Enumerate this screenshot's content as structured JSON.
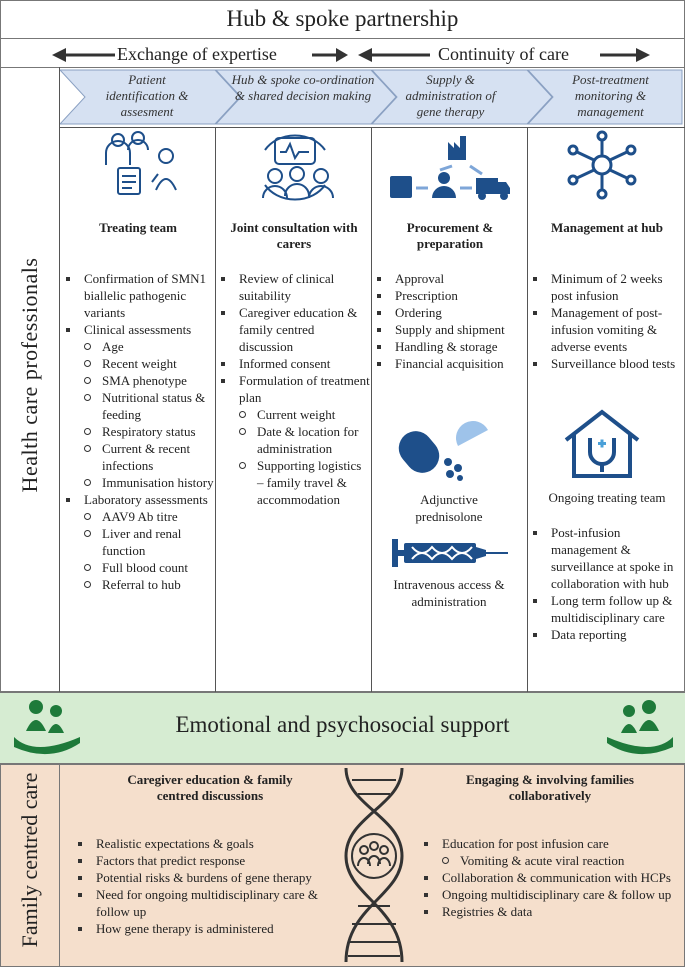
{
  "title": "Hub & spoke partnership",
  "arrows": {
    "left": "Exchange of expertise",
    "right": "Continuity of care"
  },
  "side_labels": {
    "hcp": "Health care professionals",
    "family": "Family centred care"
  },
  "stages": [
    "Patient identification & assesment",
    "Hub & spoke co-ordination & shared decision making",
    "Supply & administration of gene therapy",
    "Post-treatment monitoring & management"
  ],
  "columns": [
    {
      "heading": "Treating team",
      "icon": "medical-team-icon",
      "items": [
        {
          "level": 1,
          "text": "Confirmation of SMN1 biallelic pathogenic variants"
        },
        {
          "level": 1,
          "text": "Clinical assessments"
        },
        {
          "level": 2,
          "text": "Age"
        },
        {
          "level": 2,
          "text": "Recent weight"
        },
        {
          "level": 2,
          "text": "SMA phenotype"
        },
        {
          "level": 2,
          "text": "Nutritional status & feeding"
        },
        {
          "level": 2,
          "text": "Respiratory status"
        },
        {
          "level": 2,
          "text": "Current & recent infections"
        },
        {
          "level": 2,
          "text": "Immunisation history"
        },
        {
          "level": 1,
          "text": "Laboratory assessments"
        },
        {
          "level": 2,
          "text": "AAV9 Ab titre"
        },
        {
          "level": 2,
          "text": "Liver and renal function"
        },
        {
          "level": 2,
          "text": "Full blood count"
        },
        {
          "level": 2,
          "text": "Referral to hub"
        }
      ]
    },
    {
      "heading": "Joint consultation with carers",
      "icon": "consultation-icon",
      "items": [
        {
          "level": 1,
          "text": "Review of clinical suitability"
        },
        {
          "level": 1,
          "text": "Caregiver education & family centred discussion"
        },
        {
          "level": 1,
          "text": "Informed consent"
        },
        {
          "level": 1,
          "text": "Formulation of treatment plan"
        },
        {
          "level": 2,
          "text": "Current weight"
        },
        {
          "level": 2,
          "text": "Date & location for administration"
        },
        {
          "level": 2,
          "text": "Supporting logistics – family travel & accommodation"
        }
      ]
    },
    {
      "heading": "Procurement & preparation",
      "icon": "supply-chain-icon",
      "items": [
        {
          "level": 1,
          "text": "Approval"
        },
        {
          "level": 1,
          "text": "Prescription"
        },
        {
          "level": 1,
          "text": "Ordering"
        },
        {
          "level": 1,
          "text": "Supply and shipment"
        },
        {
          "level": 1,
          "text": "Handling & storage"
        },
        {
          "level": 1,
          "text": "Financial acquisition"
        }
      ],
      "extras": [
        {
          "icon": "pill-icon",
          "text": "Adjunctive prednisolone"
        },
        {
          "icon": "syringe-dna-icon",
          "text": "Intravenous access & administration"
        }
      ]
    },
    {
      "heading": "Management at hub",
      "icon": "network-hub-icon",
      "items": [
        {
          "level": 1,
          "text": "Minimum of 2 weeks post infusion"
        },
        {
          "level": 1,
          "text": "Management of post-infusion vomiting & adverse events"
        },
        {
          "level": 1,
          "text": "Surveillance blood tests"
        }
      ],
      "subheading": "Ongoing treating team",
      "subicon": "home-care-icon",
      "items2": [
        {
          "level": 1,
          "text": "Post-infusion management & surveillance at spoke in collaboration with hub"
        },
        {
          "level": 1,
          "text": "Long term follow up & multidisciplinary care"
        },
        {
          "level": 1,
          "text": "Data reporting"
        }
      ]
    }
  ],
  "support_banner": "Emotional and psychosocial support",
  "family": {
    "left": {
      "heading": "Caregiver education & family centred discussions",
      "items": [
        {
          "level": 1,
          "text": "Realistic expectations & goals"
        },
        {
          "level": 1,
          "text": "Factors that predict response"
        },
        {
          "level": 1,
          "text": "Potential risks & burdens of gene therapy"
        },
        {
          "level": 1,
          "text": "Need for ongoing multidisciplinary care & follow up"
        },
        {
          "level": 1,
          "text": "How gene therapy is administered"
        }
      ]
    },
    "right": {
      "heading": "Engaging & involving families collaboratively",
      "items": [
        {
          "level": 1,
          "text": "Education for post infusion care"
        },
        {
          "level": 2,
          "text": "Vomiting & acute viral reaction"
        },
        {
          "level": 1,
          "text": "Collaboration & communication with HCPs"
        },
        {
          "level": 1,
          "text": "Ongoing multidisciplinary care & follow up"
        },
        {
          "level": 1,
          "text": "Registries & data"
        }
      ]
    }
  },
  "colors": {
    "stage_fill": "#d6e1f2",
    "banner_fill": "#d6ecd2",
    "family_fill": "#f5dfcc",
    "icon_blue": "#1e4f8a",
    "icon_green": "#1e7a3a"
  }
}
